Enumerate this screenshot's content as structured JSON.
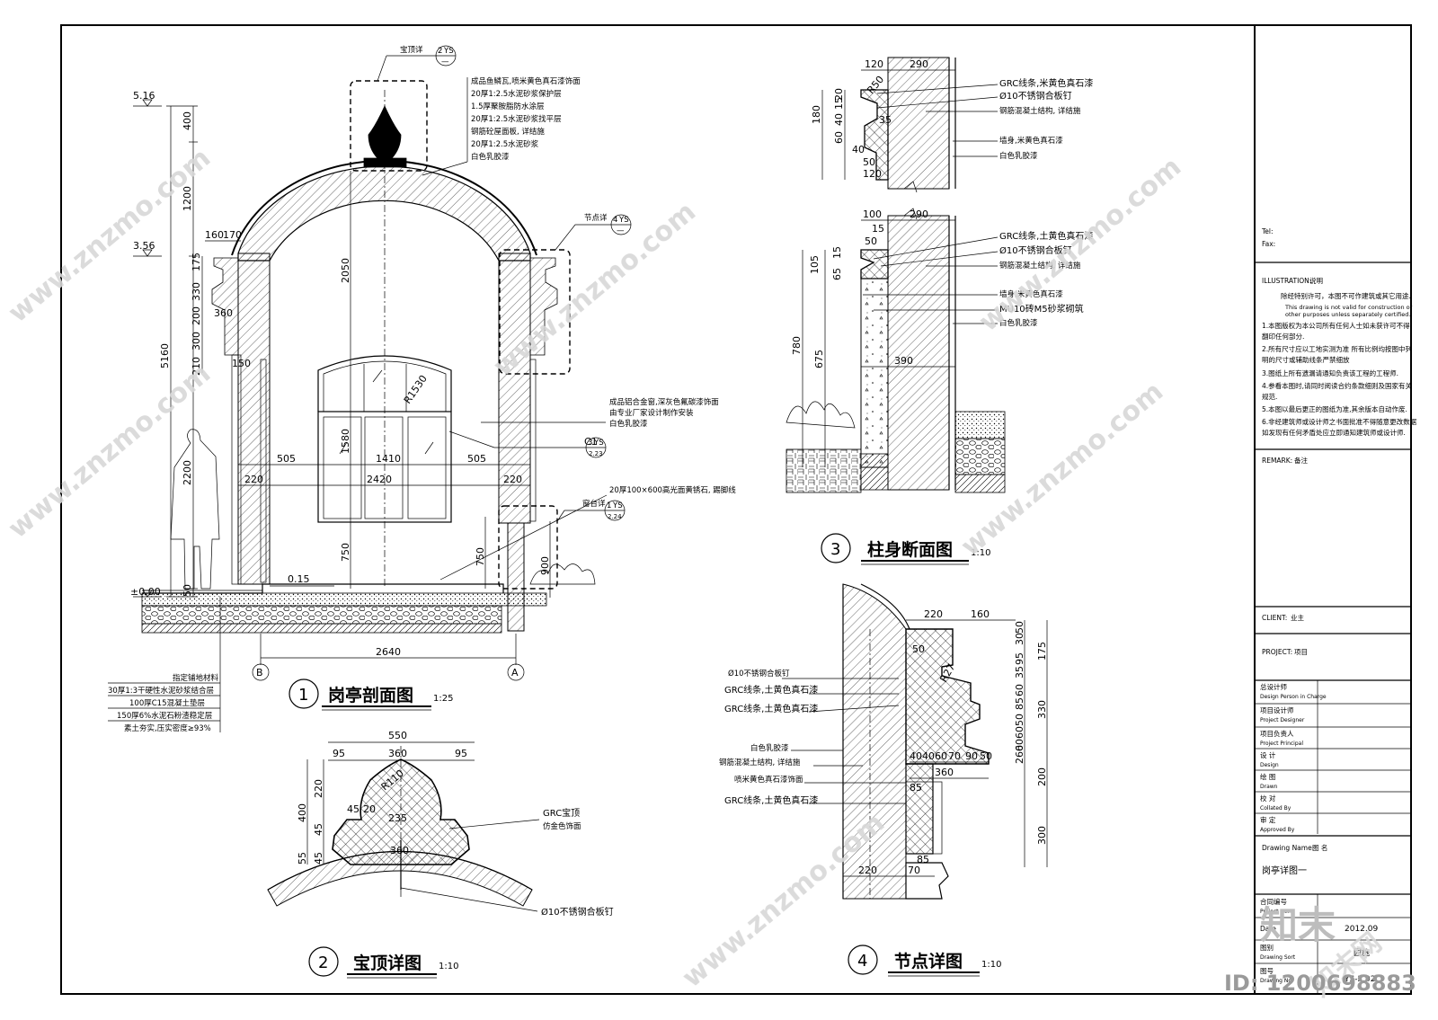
{
  "titleblock": {
    "tel": "Tel:",
    "fax": "Fax:",
    "illustration_label": "ILLUSTRATION:",
    "illustration_cn": "说明",
    "notice_cn": "除经特别许可，本图不可作建筑或其它用途.",
    "notice_en_1": "This drawing is not valid for construction or",
    "notice_en_2": "other purposes unless separately certified.",
    "notes": [
      "1.本图版权为本公司所有任何人士如未获许可不得",
      "  翻印任何部分.",
      "2.所有尺寸应以工地实测为准 所有比例均按图中列",
      "  明的尺寸或辅助线条严禁细放",
      "3.图纸上所有遗漏请通知负责该工程的工程师.",
      "4.参看本图时,请同时阅读合约条款细则及国家有关",
      "  规范.",
      "5.本图以最后更正的图纸为准,其余版本自动作废.",
      "6.非经建筑师或设计师之书面批准不得随意更改数据",
      "  如发现有任何矛盾处应立即通知建筑师或设计师."
    ],
    "remark_label": "REMARK:",
    "remark_cn": "备注",
    "client_label": "CLIENT:",
    "client_value": "业主",
    "project_label": "PROJECT:",
    "project_value": "项目",
    "roles": [
      {
        "cn": "总设计师",
        "en": "Design Person in Charge"
      },
      {
        "cn": "项目设计师",
        "en": "Project Designer"
      },
      {
        "cn": "项目负责人",
        "en": "Project Principal"
      },
      {
        "cn": "设 计",
        "en": "Design"
      },
      {
        "cn": "绘 图",
        "en": "Drawn"
      },
      {
        "cn": "校 对",
        "en": "Collated By"
      },
      {
        "cn": "审 定",
        "en": "Approved By"
      }
    ],
    "drawing_name_label": "Drawing Name:",
    "drawing_name_cn": "图 名",
    "drawing_name": "岗亭详图一",
    "project_no_label": "合同编号",
    "project_no_en": "Project No.",
    "date_label": "Date",
    "date_value": "2012.09",
    "sort_cn": "图别",
    "sort_en": "Drawing Sort",
    "sort_value": "园施",
    "drawing_no_cn": "图号",
    "drawing_no_en": "Drawing No.",
    "drawing_no_value": "YS-2.02"
  },
  "watermark": {
    "logo_text": "知末",
    "id_text": "ID: 1200698883",
    "site": "www.znzmo.com",
    "brand": "知末网"
  },
  "views": {
    "v1": {
      "num": "1",
      "title": "岗亭剖面图",
      "scale": "1:25"
    },
    "v2": {
      "num": "2",
      "title": "宝顶详图",
      "scale": "1:10"
    },
    "v3": {
      "num": "3",
      "title": "柱身断面图",
      "scale": "1:10"
    },
    "v4": {
      "num": "4",
      "title": "节点详图",
      "scale": "1:10"
    }
  },
  "section1": {
    "levels": [
      "5.16",
      "3.56",
      "±0.00"
    ],
    "dims_left": [
      "400",
      "1200",
      "5160",
      "2200",
      "50"
    ],
    "dims_left2": [
      "175",
      "330",
      "200",
      "300",
      "210",
      "150",
      "160",
      "170",
      "360"
    ],
    "dims_center": [
      "2050",
      "1580",
      "750"
    ],
    "dims_horizontal": [
      "505",
      "1410",
      "505",
      "220",
      "2420",
      "220",
      "2640"
    ],
    "radius": "R1530",
    "slope": "0.15",
    "dim_right_750": "750",
    "dim_right_900": "900",
    "grids": [
      "B",
      "A"
    ],
    "callout_top_label": "宝顶详",
    "callout_top": {
      "num": "2",
      "sheet": "YS",
      "sub": "—"
    },
    "callout_node_label": "节点详",
    "callout_node": {
      "num": "4",
      "sheet": "YS",
      "sub": "—"
    },
    "callout_c1_label": "C1",
    "callout_c1": {
      "num": "3",
      "sheet": "YS",
      "sub": "2.23"
    },
    "callout_sill_label": "窗台详",
    "callout_sill": {
      "num": "1",
      "sheet": "YS",
      "sub": "2.24"
    },
    "roof_notes": [
      "成品鱼鳞瓦,喷米黄色真石漆饰面",
      "20厚1:2.5水泥砂浆保护层",
      "1.5厚聚胺脂防水涂层",
      "20厚1:2.5水泥砂浆找平层",
      "钢筋砼屋面板, 详结施",
      "20厚1:2.5水泥砂浆",
      "白色乳胶漆"
    ],
    "window_notes": [
      "成品铝合金窗,深灰色氟碳漆饰面",
      "由专业厂家设计制作安装",
      "白色乳胶漆"
    ],
    "skirting_note": "20厚100×600高光面黄锈石, 踢脚线",
    "floor_notes": [
      "指定铺地材料",
      "30厚1:3干硬性水泥砂浆结合层",
      "100厚C15混凝土垫层",
      "150厚6%水泥石粉渣稳定层",
      "素土夯实,压实密度≥93%"
    ]
  },
  "detail2": {
    "dims_top": [
      "550",
      "95",
      "360",
      "95"
    ],
    "dims_left": [
      "400",
      "220",
      "45",
      "55",
      "45"
    ],
    "dims_inner": [
      "45",
      "20",
      "235",
      "360"
    ],
    "radius": "R110",
    "notes": [
      "GRC宝顶",
      "仿金色饰面",
      "Ø10不锈钢合板钉"
    ]
  },
  "detail3": {
    "dims_top": [
      "120",
      "290"
    ],
    "dims_left": [
      "180",
      "20",
      "15",
      "40",
      "60",
      "40",
      "50",
      "120"
    ],
    "dims_mid": [
      "100",
      "290",
      "15",
      "50",
      "65",
      "15",
      "105",
      "780",
      "675",
      "390"
    ],
    "r50": "R50",
    "d35": "35",
    "notes_top": [
      "GRC线条,米黄色真石漆",
      "Ø10不锈钢合板钉",
      "钢筋混凝土结构, 详结施",
      "墙身,米黄色真石漆",
      "白色乳胶漆"
    ],
    "notes_mid": [
      "GRC线条,土黄色真石漆",
      "Ø10不锈钢合板钉",
      "钢筋混凝土结构, 详结施",
      "墙身,米黄色真石漆",
      "MU10砖M5砂浆砌筑",
      "白色乳胶漆"
    ]
  },
  "detail4": {
    "dims_top": [
      "220",
      "160"
    ],
    "dims_right": [
      "50",
      "30",
      "175",
      "95",
      "35",
      "60",
      "85",
      "330",
      "50",
      "60",
      "60",
      "260",
      "200",
      "300"
    ],
    "dims_inner": [
      "50",
      "R27",
      "40",
      "40",
      "60",
      "70",
      "90",
      "50",
      "360",
      "85",
      "220",
      "70",
      "85"
    ],
    "notes": [
      "Ø10不锈钢合板钉",
      "GRC线条,土黄色真石漆",
      "GRC线条,土黄色真石漆",
      "白色乳胶漆",
      "钢筋混凝土结构, 详结施",
      "喷米黄色真石漆饰面",
      "GRC线条,土黄色真石漆"
    ]
  }
}
